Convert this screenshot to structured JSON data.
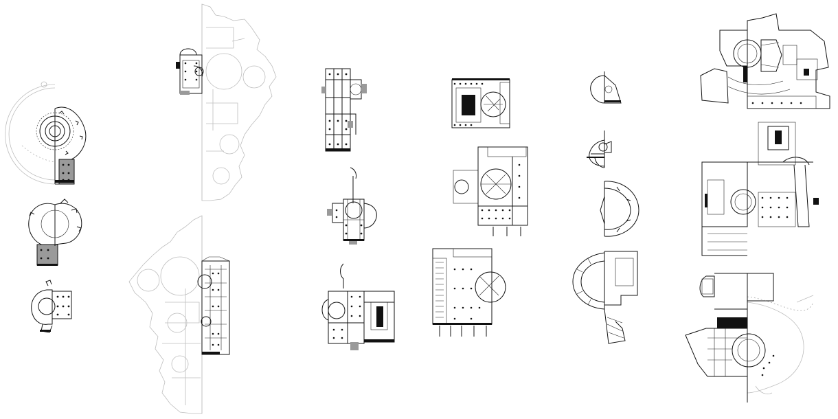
{
  "sheet": {
    "background": "#ffffff",
    "ink": "#111111",
    "ghost": "#bdbdbd",
    "hatch": "#9a9a9a"
  },
  "columns": [
    {
      "id": "col-1",
      "plan_count": 3
    },
    {
      "id": "col-2",
      "plan_count": 2
    },
    {
      "id": "col-3",
      "plan_count": 3
    },
    {
      "id": "col-4",
      "plan_count": 3
    },
    {
      "id": "col-5",
      "plan_count": 4
    },
    {
      "id": "col-6",
      "plan_count": 3
    }
  ]
}
